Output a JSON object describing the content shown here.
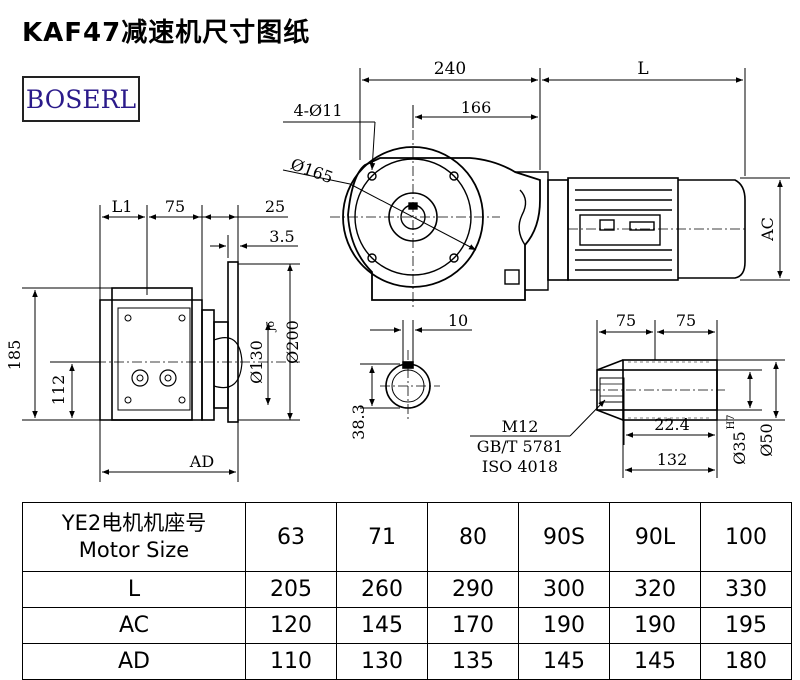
{
  "page": {
    "title": "KAF47减速机尺寸图纸",
    "logo": "BOSERL"
  },
  "drawing_labels": {
    "dim_240": "240",
    "dim_L_top": "L",
    "dim_4xd11": "4-Ø11",
    "dim_166": "166",
    "dim_d165": "Ø165",
    "dim_AC": "AC",
    "dim_L1": "L1",
    "dim_75_left": "75",
    "dim_25": "25",
    "dim_3_5": "3.5",
    "dim_185": "185",
    "dim_112": "112",
    "dim_d130": "Ø130",
    "dim_j6": "j6",
    "dim_d200": "Ø200",
    "dim_AD": "AD",
    "dim_10": "10",
    "dim_38_3": "38.3",
    "dim_75_a": "75",
    "dim_75_b": "75",
    "note_m12": "M12",
    "note_gbt": "GB/T 5781",
    "note_iso": "ISO 4018",
    "dim_22_4": "22.4",
    "dim_132": "132",
    "dim_d35": "Ø35",
    "dim_h7": "H7",
    "dim_d50": "Ø50"
  },
  "table": {
    "header_label_cn": "YE2电机机座号",
    "header_label_en": "Motor Size",
    "sizes": [
      "63",
      "71",
      "80",
      "90S",
      "90L",
      "100"
    ],
    "rows": [
      {
        "label": "L",
        "values": [
          "205",
          "260",
          "290",
          "300",
          "320",
          "330"
        ]
      },
      {
        "label": "AC",
        "values": [
          "120",
          "145",
          "170",
          "190",
          "190",
          "195"
        ]
      },
      {
        "label": "AD",
        "values": [
          "110",
          "130",
          "135",
          "145",
          "145",
          "180"
        ]
      }
    ]
  }
}
